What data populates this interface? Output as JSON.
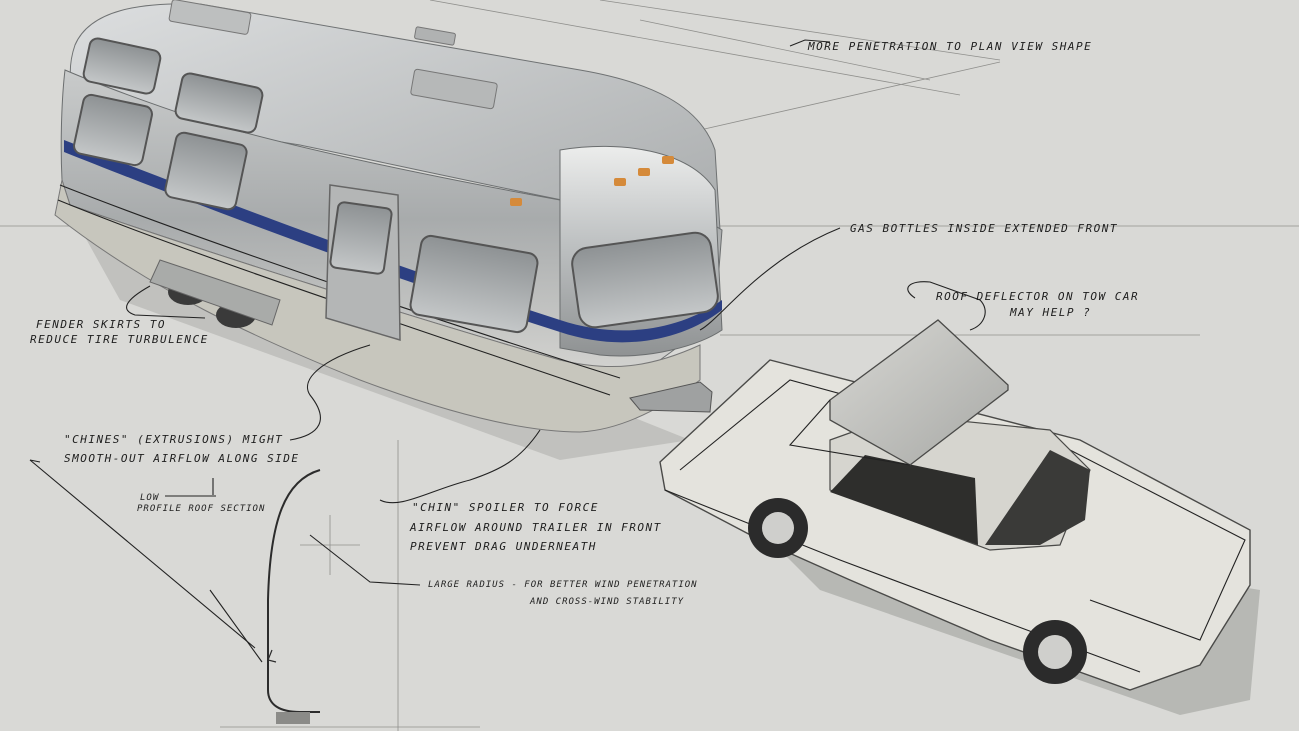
{
  "annotations": {
    "more_penetration": "MORE PENETRATION TO PLAN VIEW SHAPE",
    "gas_bottles": "GAS BOTTLES INSIDE EXTENDED FRONT",
    "roof_deflector_1": "ROOF DEFLECTOR ON TOW CAR",
    "roof_deflector_2": "MAY HELP ?",
    "fender_skirts_1": "FENDER SKIRTS TO",
    "fender_skirts_2": "REDUCE TIRE TURBULENCE",
    "chines_1": "\"CHINES\" (EXTRUSIONS) MIGHT",
    "chines_2": "SMOOTH-OUT AIRFLOW ALONG SIDE",
    "low_profile_1": "LOW",
    "low_profile_2": "PROFILE ROOF SECTION",
    "chin_spoiler_1": "\"CHIN\" SPOILER TO FORCE",
    "chin_spoiler_2": "AIRFLOW AROUND TRAILER IN FRONT",
    "chin_spoiler_3": "PREVENT DRAG UNDERNEATH",
    "large_radius_1": "LARGE RADIUS - FOR BETTER WIND PENETRATION",
    "large_radius_2": "AND CROSS-WIND STABILITY"
  },
  "colors": {
    "paper": "#d9d9d6",
    "aluminum": "#b9bcbd",
    "stripe": "#2c3f82",
    "ink": "#1e1e1e",
    "car_body": "#e4e3dd"
  }
}
